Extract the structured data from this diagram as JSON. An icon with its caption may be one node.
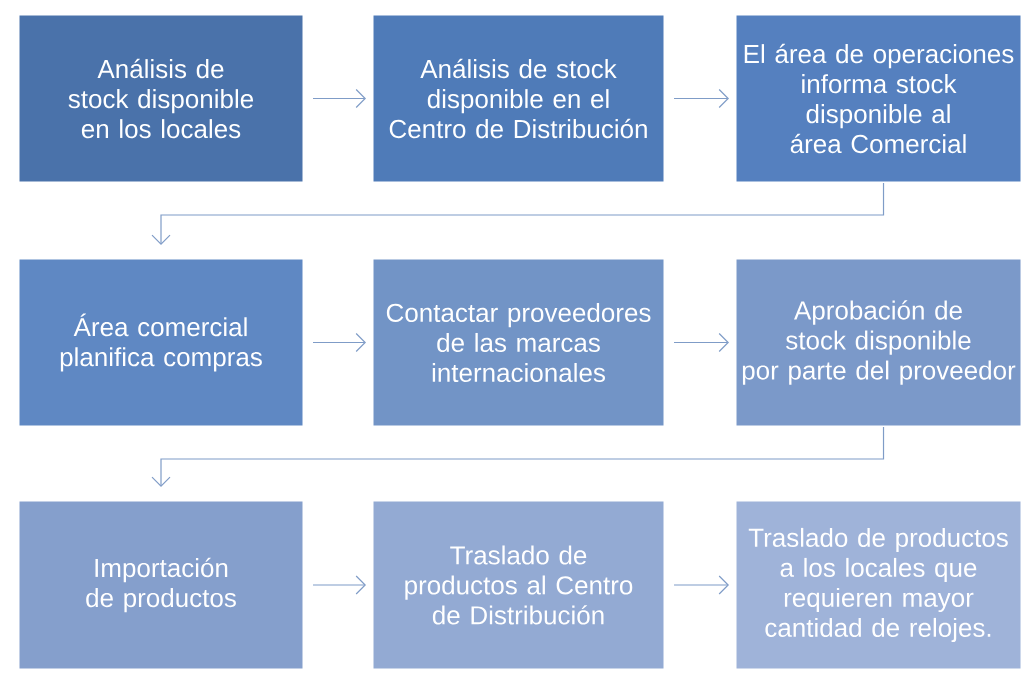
{
  "diagram": {
    "nodes": [
      {
        "text": [
          "Análisis de stock disponible en los locales"
        ]
      },
      {
        "text": [
          "Análisis de stock disponible en el Centro de Distribución"
        ]
      },
      {
        "text": [
          "El área de operaciones informa stock disponible al área Comercial"
        ]
      },
      {
        "text": [
          "Área comercial planifica compras"
        ]
      },
      {
        "text": [
          "Contactar proveedores de las marcas internacionales"
        ]
      },
      {
        "text": [
          "Aprobación de stock disponible por parte del proveedor"
        ]
      },
      {
        "text": [
          "Importación de productos"
        ]
      },
      {
        "text": [
          "Traslado de productos al Centro de Distribución"
        ]
      },
      {
        "text": [
          "Traslado de productos a los locales que requieren mayor cantidad de relojes."
        ]
      }
    ],
    "edges": [
      {
        "from": 0,
        "to": 1,
        "arrow": "to"
      },
      {
        "from": 1,
        "to": 2,
        "arrow": "to"
      },
      {
        "from": 2,
        "to": 3,
        "arrow": "to"
      },
      {
        "from": 3,
        "to": 4,
        "arrow": "to"
      },
      {
        "from": 4,
        "to": 5,
        "arrow": "to"
      },
      {
        "from": 5,
        "to": 6,
        "arrow": "to"
      },
      {
        "from": 6,
        "to": 7,
        "arrow": "to"
      },
      {
        "from": 7,
        "to": 8,
        "arrow": "to"
      }
    ]
  }
}
